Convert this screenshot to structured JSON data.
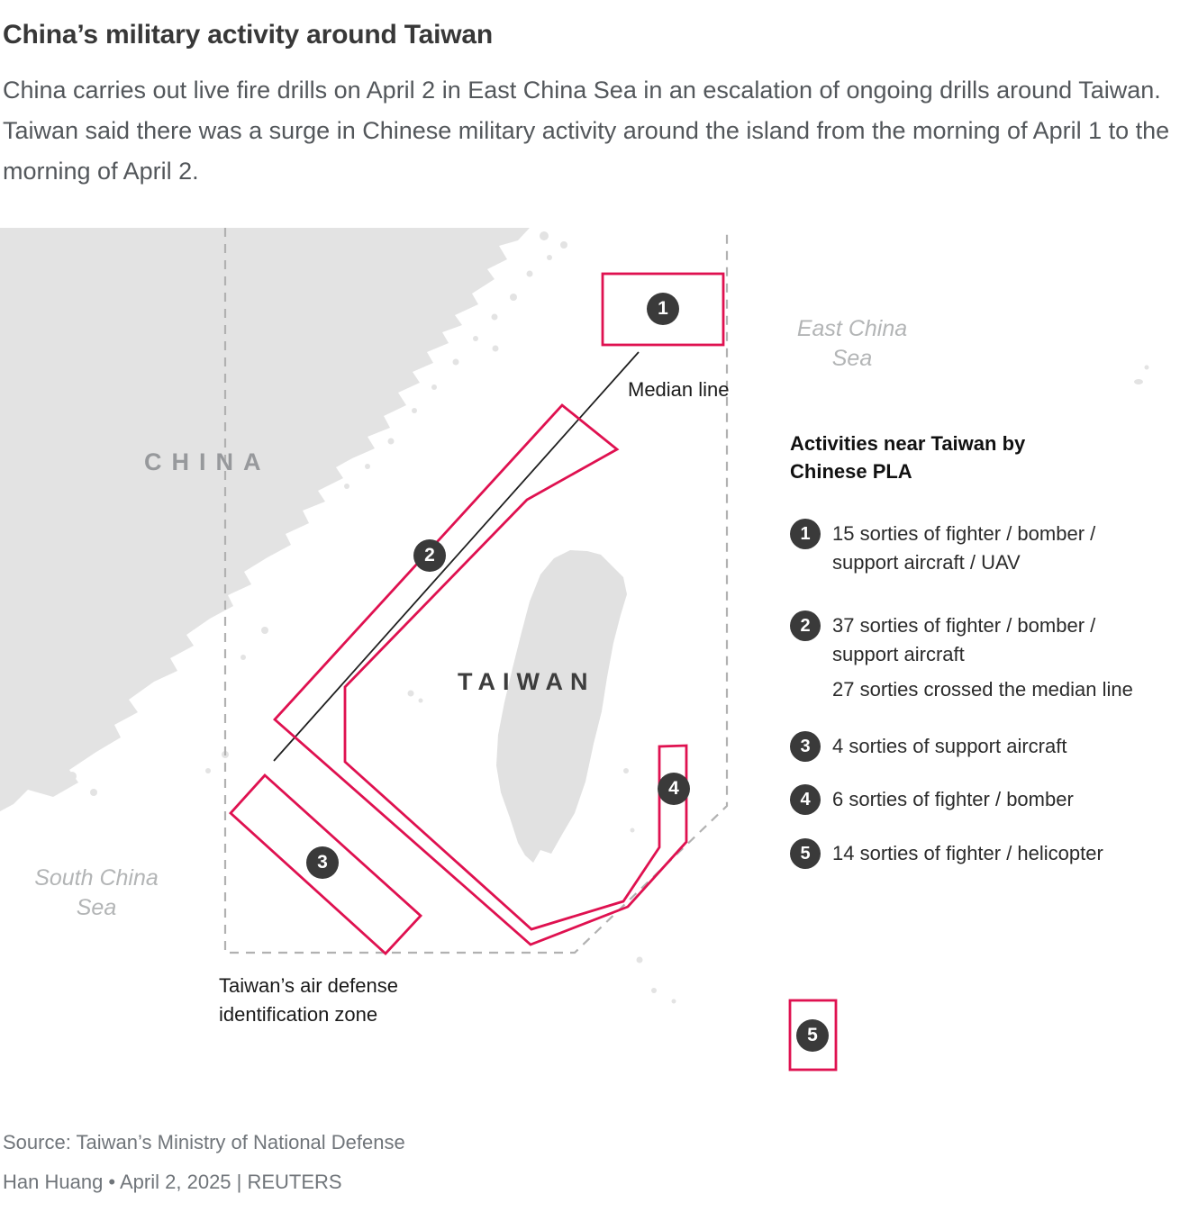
{
  "header": {
    "title": "China’s military activity around Taiwan",
    "subtitle_lines": [
      "China carries out live fire drills on April 2 in East China Sea in an escalation of ongoing",
      "drills around Taiwan. Taiwan said there was a surge in Chinese military activity around the",
      "island from the morning of April 1 to the morning of April 2."
    ]
  },
  "map": {
    "labels": {
      "china": "CHINA",
      "taiwan": "TAIWAN",
      "east_china_sea": [
        "East China",
        "Sea"
      ],
      "south_china_sea": [
        "South China",
        "Sea"
      ],
      "median_line": "Median line",
      "adiz": [
        "Taiwan’s air defense",
        "identification zone"
      ]
    },
    "badges": [
      "1",
      "2",
      "3",
      "4",
      "5"
    ]
  },
  "legend": {
    "title": "Activities near Taiwan by Chinese PLA",
    "items": [
      {
        "num": "1",
        "lines": [
          "15 sorties of fighter / bomber /",
          "support aircraft / UAV"
        ]
      },
      {
        "num": "2",
        "lines": [
          "37 sorties of fighter / bomber /",
          "support aircraft"
        ],
        "note": "27 sorties crossed the median line"
      },
      {
        "num": "3",
        "lines": [
          "4 sorties of support aircraft"
        ]
      },
      {
        "num": "4",
        "lines": [
          "6 sorties of fighter / bomber"
        ]
      },
      {
        "num": "5",
        "lines": [
          "14 sorties of fighter / helicopter"
        ]
      }
    ]
  },
  "source": {
    "line1": "Source: Taiwan’s Ministry of National Defense",
    "line2": "Han Huang • April 2, 2025 | REUTERS"
  },
  "colors": {
    "zone_red": "#df1150",
    "land_gray": "#e3e3e3",
    "badge_dark": "#3a3a3a",
    "adiz_dash": "#b1b1b1",
    "median_black": "#1f1f1f"
  }
}
